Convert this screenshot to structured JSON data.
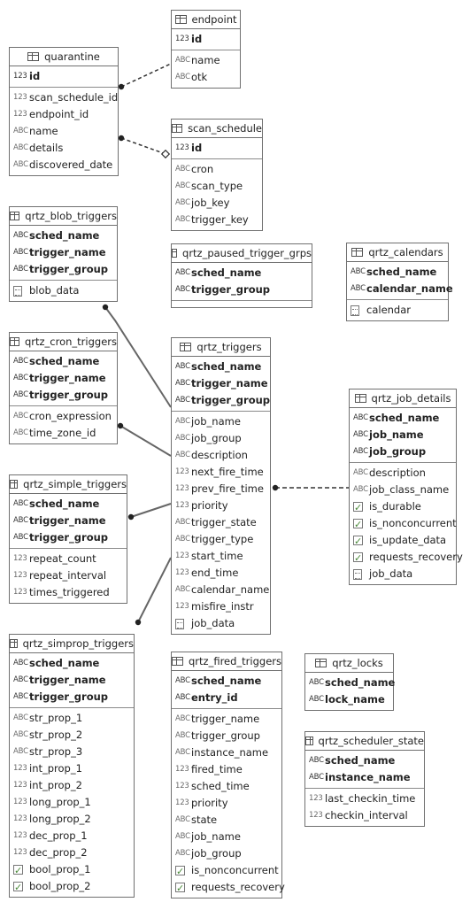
{
  "tables": [
    {
      "id": "endpoint",
      "name": "endpoint",
      "sections": [
        [
          {
            "icon": "123k",
            "name": "id",
            "pk": true
          }
        ],
        [
          {
            "icon": "abc",
            "name": "name"
          },
          {
            "icon": "abc",
            "name": "otk"
          }
        ]
      ]
    },
    {
      "id": "quarantine",
      "name": "quarantine",
      "sections": [
        [
          {
            "icon": "123k",
            "name": "id",
            "pk": true
          }
        ],
        [
          {
            "icon": "123",
            "name": "scan_schedule_id"
          },
          {
            "icon": "123",
            "name": "endpoint_id"
          },
          {
            "icon": "abc",
            "name": "name"
          },
          {
            "icon": "abc",
            "name": "details"
          },
          {
            "icon": "abc",
            "name": "discovered_date"
          }
        ]
      ]
    },
    {
      "id": "scan_schedule",
      "name": "scan_schedule",
      "sections": [
        [
          {
            "icon": "123k",
            "name": "id",
            "pk": true
          }
        ],
        [
          {
            "icon": "abc",
            "name": "cron"
          },
          {
            "icon": "abc",
            "name": "scan_type"
          },
          {
            "icon": "abc",
            "name": "job_key"
          },
          {
            "icon": "abc",
            "name": "trigger_key"
          }
        ]
      ]
    },
    {
      "id": "qrtz_blob_triggers",
      "name": "qrtz_blob_triggers",
      "sections": [
        [
          {
            "icon": "abck",
            "name": "sched_name",
            "pk": true
          },
          {
            "icon": "abck",
            "name": "trigger_name",
            "pk": true
          },
          {
            "icon": "abck",
            "name": "trigger_group",
            "pk": true
          }
        ],
        [
          {
            "icon": "blob",
            "name": "blob_data"
          }
        ]
      ]
    },
    {
      "id": "qrtz_paused_trigger_grps",
      "name": "qrtz_paused_trigger_grps",
      "sections": [
        [
          {
            "icon": "abck",
            "name": "sched_name",
            "pk": true
          },
          {
            "icon": "abck",
            "name": "trigger_group",
            "pk": true
          }
        ],
        []
      ]
    },
    {
      "id": "qrtz_calendars",
      "name": "qrtz_calendars",
      "sections": [
        [
          {
            "icon": "abck",
            "name": "sched_name",
            "pk": true
          },
          {
            "icon": "abck",
            "name": "calendar_name",
            "pk": true
          }
        ],
        [
          {
            "icon": "blob",
            "name": "calendar"
          }
        ]
      ]
    },
    {
      "id": "qrtz_cron_triggers",
      "name": "qrtz_cron_triggers",
      "sections": [
        [
          {
            "icon": "abck",
            "name": "sched_name",
            "pk": true
          },
          {
            "icon": "abck",
            "name": "trigger_name",
            "pk": true
          },
          {
            "icon": "abck",
            "name": "trigger_group",
            "pk": true
          }
        ],
        [
          {
            "icon": "abc",
            "name": "cron_expression"
          },
          {
            "icon": "abc",
            "name": "time_zone_id"
          }
        ]
      ]
    },
    {
      "id": "qrtz_triggers",
      "name": "qrtz_triggers",
      "sections": [
        [
          {
            "icon": "abck",
            "name": "sched_name",
            "pk": true
          },
          {
            "icon": "abck",
            "name": "trigger_name",
            "pk": true
          },
          {
            "icon": "abck",
            "name": "trigger_group",
            "pk": true
          }
        ],
        [
          {
            "icon": "abc",
            "name": "job_name"
          },
          {
            "icon": "abc",
            "name": "job_group"
          },
          {
            "icon": "abc",
            "name": "description"
          },
          {
            "icon": "123",
            "name": "next_fire_time"
          },
          {
            "icon": "123",
            "name": "prev_fire_time"
          },
          {
            "icon": "123",
            "name": "priority"
          },
          {
            "icon": "abc",
            "name": "trigger_state"
          },
          {
            "icon": "abc",
            "name": "trigger_type"
          },
          {
            "icon": "123",
            "name": "start_time"
          },
          {
            "icon": "123",
            "name": "end_time"
          },
          {
            "icon": "abc",
            "name": "calendar_name"
          },
          {
            "icon": "123",
            "name": "misfire_instr"
          },
          {
            "icon": "blob",
            "name": "job_data"
          }
        ]
      ]
    },
    {
      "id": "qrtz_job_details",
      "name": "qrtz_job_details",
      "sections": [
        [
          {
            "icon": "abck",
            "name": "sched_name",
            "pk": true
          },
          {
            "icon": "abck",
            "name": "job_name",
            "pk": true
          },
          {
            "icon": "abck",
            "name": "job_group",
            "pk": true
          }
        ],
        [
          {
            "icon": "abc",
            "name": "description"
          },
          {
            "icon": "abc",
            "name": "job_class_name"
          },
          {
            "icon": "chk",
            "name": "is_durable"
          },
          {
            "icon": "chk",
            "name": "is_nonconcurrent"
          },
          {
            "icon": "chk",
            "name": "is_update_data"
          },
          {
            "icon": "chk",
            "name": "requests_recovery"
          },
          {
            "icon": "blob",
            "name": "job_data"
          }
        ]
      ]
    },
    {
      "id": "qrtz_simple_triggers",
      "name": "qrtz_simple_triggers",
      "sections": [
        [
          {
            "icon": "abck",
            "name": "sched_name",
            "pk": true
          },
          {
            "icon": "abck",
            "name": "trigger_name",
            "pk": true
          },
          {
            "icon": "abck",
            "name": "trigger_group",
            "pk": true
          }
        ],
        [
          {
            "icon": "123",
            "name": "repeat_count"
          },
          {
            "icon": "123",
            "name": "repeat_interval"
          },
          {
            "icon": "123",
            "name": "times_triggered"
          }
        ]
      ]
    },
    {
      "id": "qrtz_simprop_triggers",
      "name": "qrtz_simprop_triggers",
      "sections": [
        [
          {
            "icon": "abck",
            "name": "sched_name",
            "pk": true
          },
          {
            "icon": "abck",
            "name": "trigger_name",
            "pk": true
          },
          {
            "icon": "abck",
            "name": "trigger_group",
            "pk": true
          }
        ],
        [
          {
            "icon": "abc",
            "name": "str_prop_1"
          },
          {
            "icon": "abc",
            "name": "str_prop_2"
          },
          {
            "icon": "abc",
            "name": "str_prop_3"
          },
          {
            "icon": "123",
            "name": "int_prop_1"
          },
          {
            "icon": "123",
            "name": "int_prop_2"
          },
          {
            "icon": "123",
            "name": "long_prop_1"
          },
          {
            "icon": "123",
            "name": "long_prop_2"
          },
          {
            "icon": "123",
            "name": "dec_prop_1"
          },
          {
            "icon": "123",
            "name": "dec_prop_2"
          },
          {
            "icon": "chk",
            "name": "bool_prop_1"
          },
          {
            "icon": "chk",
            "name": "bool_prop_2"
          }
        ]
      ]
    },
    {
      "id": "qrtz_fired_triggers",
      "name": "qrtz_fired_triggers",
      "sections": [
        [
          {
            "icon": "abck",
            "name": "sched_name",
            "pk": true
          },
          {
            "icon": "abck",
            "name": "entry_id",
            "pk": true
          }
        ],
        [
          {
            "icon": "abc",
            "name": "trigger_name"
          },
          {
            "icon": "abc",
            "name": "trigger_group"
          },
          {
            "icon": "abc",
            "name": "instance_name"
          },
          {
            "icon": "123",
            "name": "fired_time"
          },
          {
            "icon": "123",
            "name": "sched_time"
          },
          {
            "icon": "123",
            "name": "priority"
          },
          {
            "icon": "abc",
            "name": "state"
          },
          {
            "icon": "abc",
            "name": "job_name"
          },
          {
            "icon": "abc",
            "name": "job_group"
          },
          {
            "icon": "chk",
            "name": "is_nonconcurrent"
          },
          {
            "icon": "chk",
            "name": "requests_recovery"
          }
        ]
      ]
    },
    {
      "id": "qrtz_locks",
      "name": "qrtz_locks",
      "sections": [
        [
          {
            "icon": "abck",
            "name": "sched_name",
            "pk": true
          },
          {
            "icon": "abck",
            "name": "lock_name",
            "pk": true
          }
        ]
      ]
    },
    {
      "id": "qrtz_scheduler_state",
      "name": "qrtz_scheduler_state",
      "sections": [
        [
          {
            "icon": "abck",
            "name": "sched_name",
            "pk": true
          },
          {
            "icon": "abck",
            "name": "instance_name",
            "pk": true
          }
        ],
        [
          {
            "icon": "123",
            "name": "last_checkin_time"
          },
          {
            "icon": "123",
            "name": "checkin_interval"
          }
        ]
      ]
    }
  ],
  "relations": [
    {
      "from": "quarantine",
      "to": "endpoint",
      "style": "dashed"
    },
    {
      "from": "quarantine",
      "to": "scan_schedule",
      "style": "dashed",
      "optional": true
    },
    {
      "from": "qrtz_blob_triggers",
      "to": "qrtz_triggers",
      "style": "solid"
    },
    {
      "from": "qrtz_cron_triggers",
      "to": "qrtz_triggers",
      "style": "solid"
    },
    {
      "from": "qrtz_simple_triggers",
      "to": "qrtz_triggers",
      "style": "solid"
    },
    {
      "from": "qrtz_simprop_triggers",
      "to": "qrtz_triggers",
      "style": "solid"
    },
    {
      "from": "qrtz_triggers",
      "to": "qrtz_job_details",
      "style": "dashed"
    }
  ]
}
